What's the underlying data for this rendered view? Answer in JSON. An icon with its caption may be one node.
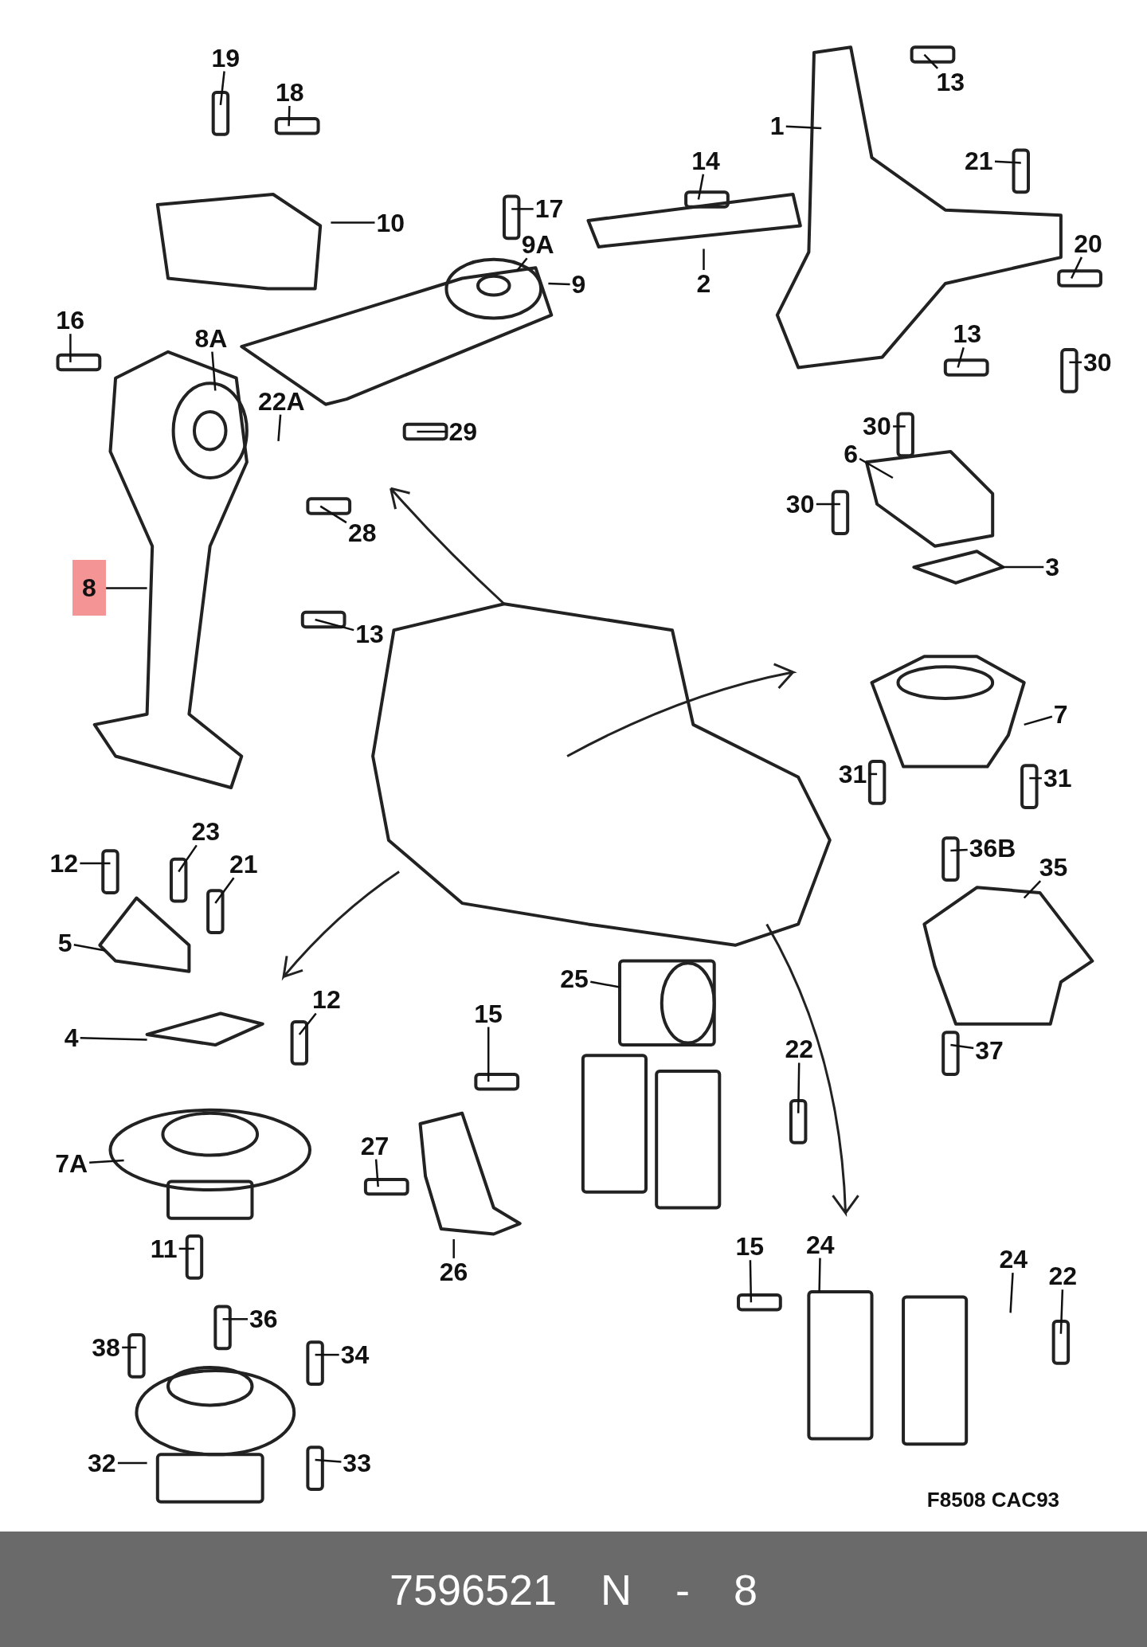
{
  "diagram": {
    "caption": "7596521 N - 8",
    "nodes": [
      {
        "text": [
          "19"
        ]
      },
      {
        "text": [
          "18"
        ]
      },
      {
        "text": [
          "10"
        ]
      },
      {
        "text": [
          "17"
        ]
      },
      {
        "text": [
          "9A"
        ]
      },
      {
        "text": [
          "9"
        ]
      },
      {
        "text": [
          "16"
        ]
      },
      {
        "text": [
          "8A"
        ]
      },
      {
        "text": [
          "22A"
        ]
      },
      {
        "text": [
          "29"
        ]
      },
      {
        "text": [
          "28"
        ]
      },
      {
        "text": [
          "8"
        ]
      },
      {
        "text": [
          "13"
        ]
      },
      {
        "text": [
          "13"
        ]
      },
      {
        "text": [
          "1"
        ]
      },
      {
        "text": [
          "14"
        ]
      },
      {
        "text": [
          "21"
        ]
      },
      {
        "text": [
          "20"
        ]
      },
      {
        "text": [
          "2"
        ]
      },
      {
        "text": [
          "13"
        ]
      },
      {
        "text": [
          "30"
        ]
      },
      {
        "text": [
          "30"
        ]
      },
      {
        "text": [
          "6"
        ]
      },
      {
        "text": [
          "30"
        ]
      },
      {
        "text": [
          "3"
        ]
      },
      {
        "text": [
          "7"
        ]
      },
      {
        "text": [
          "31"
        ]
      },
      {
        "text": [
          "31"
        ]
      },
      {
        "text": [
          "36B"
        ]
      },
      {
        "text": [
          "35"
        ]
      },
      {
        "text": [
          "37"
        ]
      },
      {
        "text": [
          "12"
        ]
      },
      {
        "text": [
          "23"
        ]
      },
      {
        "text": [
          "21"
        ]
      },
      {
        "text": [
          "5"
        ]
      },
      {
        "text": [
          "4"
        ]
      },
      {
        "text": [
          "12"
        ]
      },
      {
        "text": [
          "7A"
        ]
      },
      {
        "text": [
          "11"
        ]
      },
      {
        "text": [
          "15"
        ]
      },
      {
        "text": [
          "25"
        ]
      },
      {
        "text": [
          "22"
        ]
      },
      {
        "text": [
          "27"
        ]
      },
      {
        "text": [
          "26"
        ]
      },
      {
        "text": [
          "15"
        ]
      },
      {
        "text": [
          "24"
        ]
      },
      {
        "text": [
          "24"
        ]
      },
      {
        "text": [
          "22"
        ]
      },
      {
        "text": [
          "36"
        ]
      },
      {
        "text": [
          "38"
        ]
      },
      {
        "text": [
          "34"
        ]
      },
      {
        "text": [
          "33"
        ]
      },
      {
        "text": [
          "32"
        ]
      }
    ],
    "edges": [
      {
        "from": 0,
        "to": null,
        "arrow": "none"
      },
      {
        "from": 1,
        "to": null,
        "arrow": "none"
      },
      {
        "from": 2,
        "to": null,
        "arrow": "none"
      },
      {
        "from": 3,
        "to": null,
        "arrow": "none"
      },
      {
        "from": 4,
        "to": null,
        "arrow": "none"
      },
      {
        "from": 5,
        "to": null,
        "arrow": "none"
      },
      {
        "from": 6,
        "to": null,
        "arrow": "none"
      },
      {
        "from": 7,
        "to": null,
        "arrow": "none"
      },
      {
        "from": 8,
        "to": null,
        "arrow": "none"
      },
      {
        "from": 9,
        "to": null,
        "arrow": "none"
      },
      {
        "from": 10,
        "to": null,
        "arrow": "none"
      },
      {
        "from": 11,
        "to": null,
        "arrow": "none"
      },
      {
        "from": 12,
        "to": null,
        "arrow": "none"
      },
      {
        "from": 13,
        "to": null,
        "arrow": "none"
      },
      {
        "from": 14,
        "to": null,
        "arrow": "none"
      },
      {
        "from": 15,
        "to": null,
        "arrow": "none"
      },
      {
        "from": 16,
        "to": null,
        "arrow": "none"
      },
      {
        "from": 17,
        "to": null,
        "arrow": "none"
      },
      {
        "from": 18,
        "to": null,
        "arrow": "none"
      },
      {
        "from": 19,
        "to": null,
        "arrow": "none"
      },
      {
        "from": 20,
        "to": null,
        "arrow": "none"
      },
      {
        "from": 21,
        "to": null,
        "arrow": "none"
      },
      {
        "from": 22,
        "to": null,
        "arrow": "none"
      },
      {
        "from": 23,
        "to": null,
        "arrow": "none"
      },
      {
        "from": 24,
        "to": null,
        "arrow": "none"
      },
      {
        "from": 25,
        "to": null,
        "arrow": "none"
      },
      {
        "from": 26,
        "to": null,
        "arrow": "none"
      },
      {
        "from": 27,
        "to": null,
        "arrow": "none"
      },
      {
        "from": 28,
        "to": null,
        "arrow": "none"
      },
      {
        "from": 29,
        "to": null,
        "arrow": "none"
      },
      {
        "from": 30,
        "to": null,
        "arrow": "none"
      },
      {
        "from": 31,
        "to": null,
        "arrow": "none"
      },
      {
        "from": 32,
        "to": null,
        "arrow": "none"
      },
      {
        "from": 33,
        "to": null,
        "arrow": "none"
      },
      {
        "from": 34,
        "to": null,
        "arrow": "none"
      },
      {
        "from": 35,
        "to": null,
        "arrow": "none"
      },
      {
        "from": 36,
        "to": null,
        "arrow": "none"
      },
      {
        "from": 37,
        "to": null,
        "arrow": "none"
      },
      {
        "from": 38,
        "to": null,
        "arrow": "none"
      },
      {
        "from": 39,
        "to": null,
        "arrow": "none"
      },
      {
        "from": 40,
        "to": null,
        "arrow": "none"
      },
      {
        "from": 41,
        "to": null,
        "arrow": "none"
      },
      {
        "from": 42,
        "to": null,
        "arrow": "none"
      },
      {
        "from": 43,
        "to": null,
        "arrow": "none"
      },
      {
        "from": 44,
        "to": null,
        "arrow": "none"
      },
      {
        "from": 45,
        "to": null,
        "arrow": "none"
      },
      {
        "from": 46,
        "to": null,
        "arrow": "none"
      },
      {
        "from": 47,
        "to": null,
        "arrow": "none"
      },
      {
        "from": 48,
        "to": null,
        "arrow": "none"
      },
      {
        "from": 49,
        "to": null,
        "arrow": "none"
      },
      {
        "from": 50,
        "to": null,
        "arrow": "none"
      },
      {
        "from": 51,
        "to": null,
        "arrow": "none"
      },
      {
        "from": 52,
        "to": null,
        "arrow": "none"
      }
    ],
    "labels": [
      "F8508 CAC93"
    ]
  }
}
